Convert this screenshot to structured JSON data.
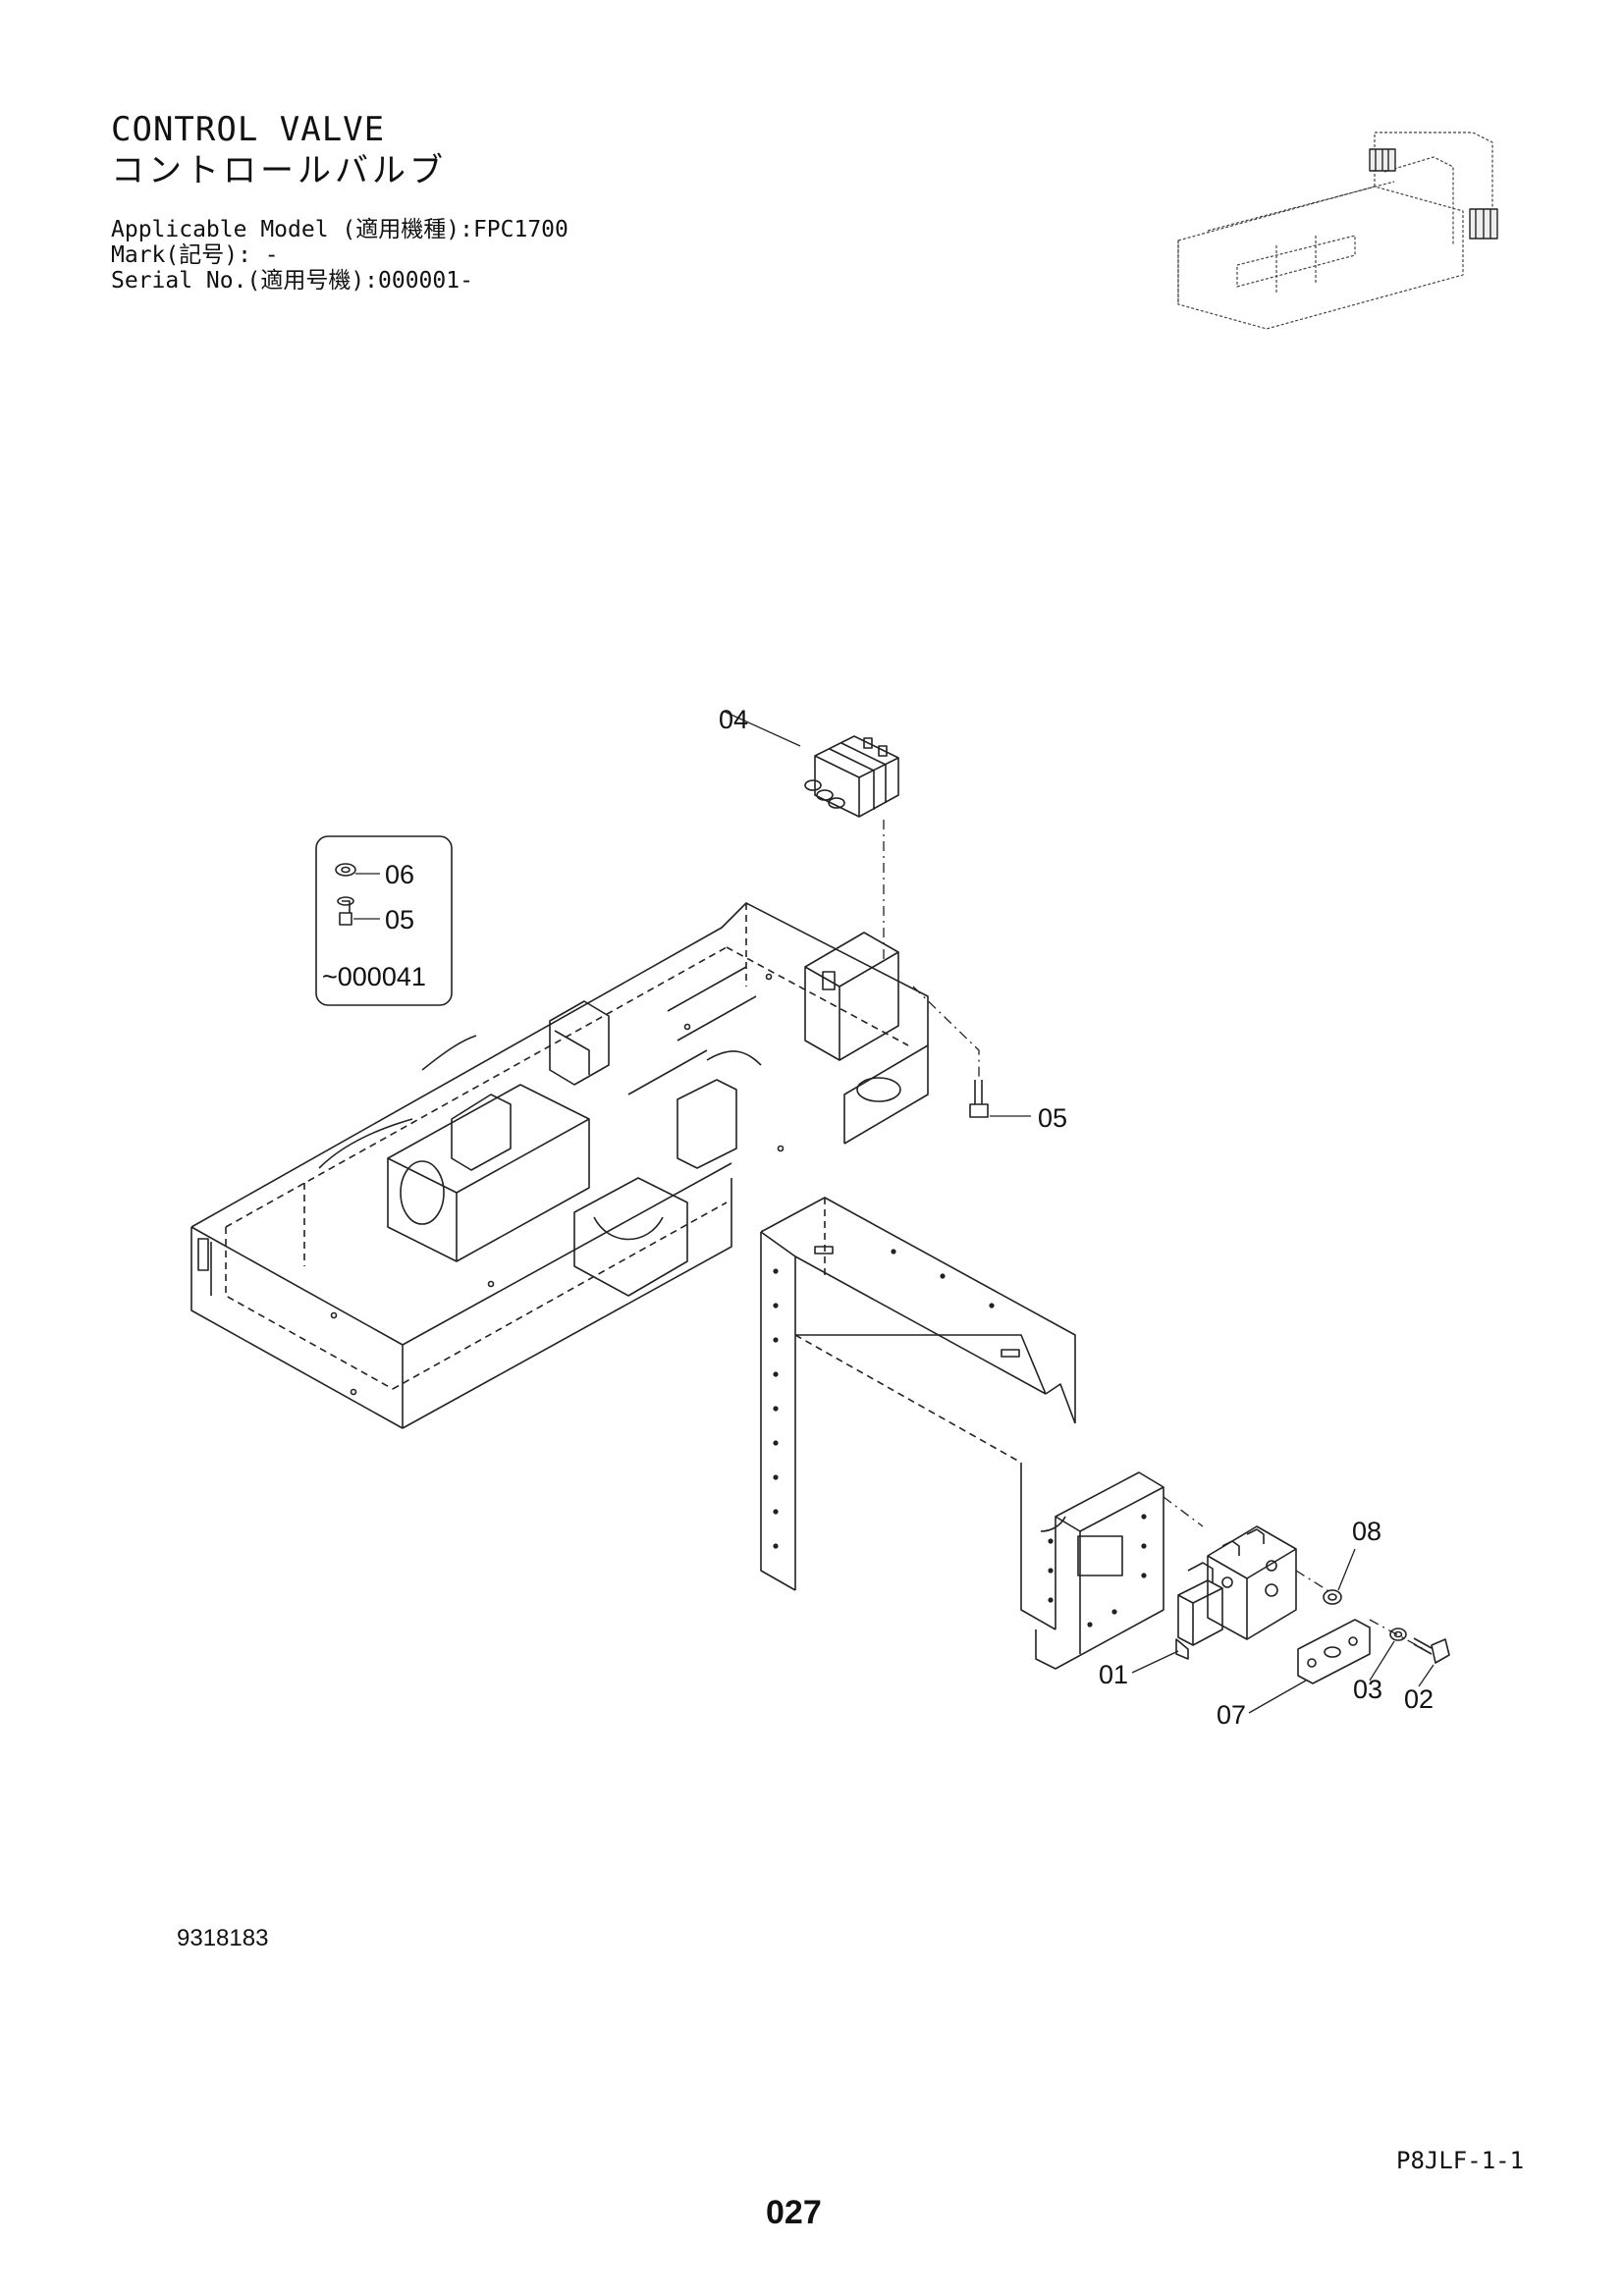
{
  "header": {
    "title": "CONTROL VALVE",
    "subtitle": "コントロールバルブ",
    "applicable_model": "Applicable Model (適用機種):FPC1700",
    "mark": "Mark(記号): -",
    "serial_no": "Serial No.(適用号機):000001-"
  },
  "callouts": {
    "p01": "01",
    "p02": "02",
    "p03": "03",
    "p04": "04",
    "p05": "05",
    "p07": "07",
    "p08": "08"
  },
  "inset": {
    "label_06": "06",
    "label_05": "05",
    "serial_range": "~000041"
  },
  "footer": {
    "drawing_number": "9318183",
    "page_code": "P8JLF-1-1",
    "page_number": "027"
  }
}
